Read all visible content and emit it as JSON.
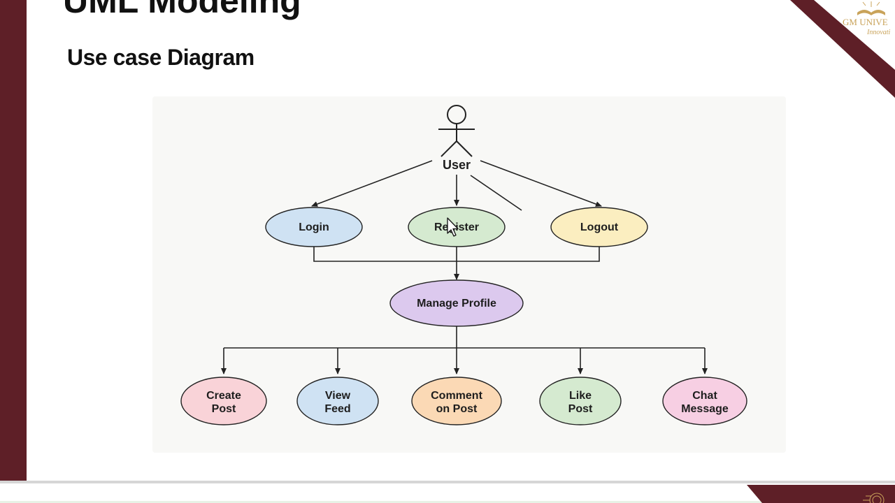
{
  "slide": {
    "title": "UML Modeling",
    "subtitle": "Use case Diagram",
    "brand": {
      "name": "GM UNIVE",
      "tagline": "Innovati"
    }
  },
  "diagram": {
    "actor": {
      "label": "User"
    },
    "row1": [
      {
        "id": "login",
        "label": "Login",
        "fill": "#cfe2f3"
      },
      {
        "id": "register",
        "label": "Register",
        "fill": "#d5ead0"
      },
      {
        "id": "logout",
        "label": "Logout",
        "fill": "#fbeec0"
      }
    ],
    "center": {
      "id": "manage-profile",
      "label": "Manage Profile",
      "fill": "#dcc9ee"
    },
    "row2": [
      {
        "id": "create-post",
        "line1": "Create",
        "line2": "Post",
        "fill": "#f9d3d8"
      },
      {
        "id": "view-feed",
        "line1": "View",
        "line2": "Feed",
        "fill": "#cfe2f3"
      },
      {
        "id": "comment-on-post",
        "line1": "Comment",
        "line2": "on Post",
        "fill": "#fbd9b5"
      },
      {
        "id": "like-post",
        "line1": "Like",
        "line2": "Post",
        "fill": "#d5ead0"
      },
      {
        "id": "chat-message",
        "line1": "Chat",
        "line2": "Message",
        "fill": "#f7cfe3"
      }
    ],
    "colors": {
      "stroke": "#222222",
      "accent": "#5e1f27",
      "gold": "#c9a35a"
    }
  }
}
